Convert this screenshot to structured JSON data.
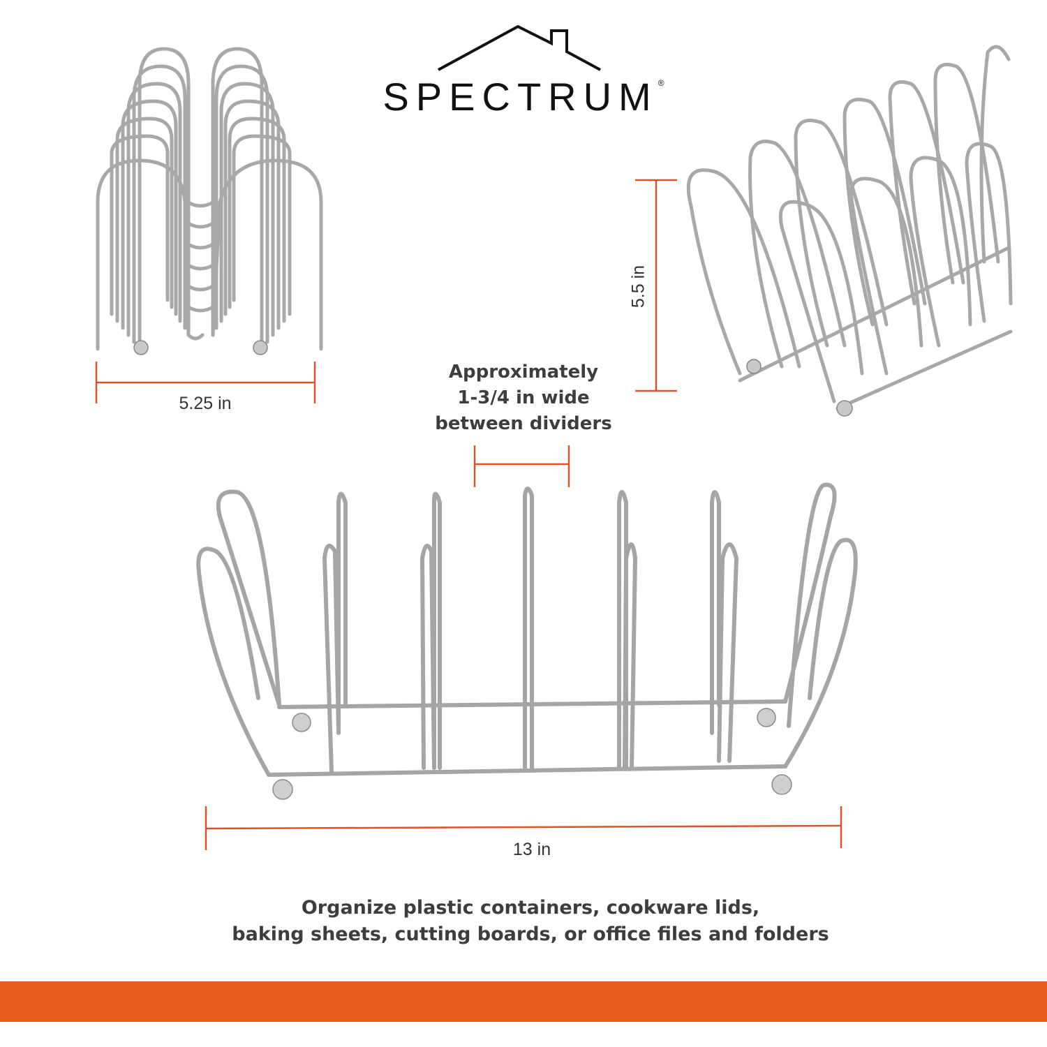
{
  "brand": {
    "name": "SPECTRUM",
    "registered": "®"
  },
  "dimensions": {
    "side_width": "5.25 in",
    "height": "5.5 in",
    "length": "13 in"
  },
  "callout": {
    "line1": "Approximately",
    "line2": "1-3/4 in wide",
    "line3": "between dividers"
  },
  "caption": {
    "line1": "Organize plastic containers, cookware lids,",
    "line2": "baking sheets, cutting boards, or office files and folders"
  },
  "colors": {
    "accent": "#E85A18",
    "dimension_line": "#D9532A",
    "chrome": "#9a9a9a"
  }
}
